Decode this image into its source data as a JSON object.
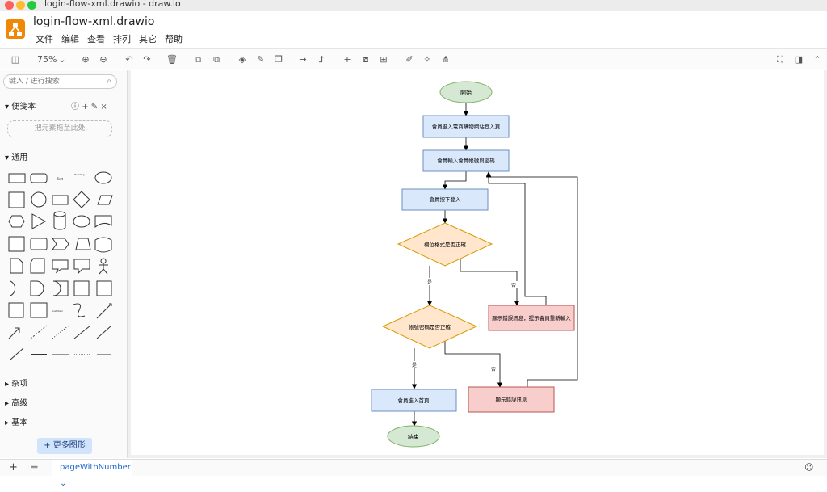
{
  "window": {
    "title": "login-flow-xml.drawio - draw.io"
  },
  "header": {
    "doc_title": "login-flow-xml.drawio",
    "menus": [
      "文件",
      "编辑",
      "查看",
      "排列",
      "其它",
      "帮助"
    ]
  },
  "toolbar": {
    "zoom": "75%"
  },
  "sidebar": {
    "search_placeholder": "键入 / 进行搜索",
    "scratchpad": "便笺本",
    "drop_hint": "把元素拖至此处",
    "general": "通用",
    "sections": [
      "杂项",
      "高级",
      "基本"
    ],
    "more_shapes": "+ 更多图形",
    "shape_text": "Text",
    "shape_heading": "Heading",
    "shape_list": "List Item"
  },
  "diagram": {
    "start": "開始",
    "step1": "會員進入電商購物網站登入頁",
    "step2": "會員輸入會員帳號與密碼",
    "step3": "會員按下登入",
    "dec1": "欄位格式是否正確",
    "dec2": "帳號密碼是否正確",
    "err1": "顯示錯誤訊息，提示會員重新輸入",
    "err2": "顯示錯誤訊息",
    "home": "會員進入首頁",
    "end": "結束",
    "yes": "是",
    "no": "否"
  },
  "bottom": {
    "page_tab": "pageWithNumber ⌄"
  },
  "colors": {
    "start_fill": "#d5e8d4",
    "start_stroke": "#82b366",
    "process_fill": "#dae8fc",
    "process_stroke": "#6c8ebf",
    "decision_fill": "#ffe6cc",
    "decision_stroke": "#d79b00",
    "error_fill": "#f8cecc",
    "error_stroke": "#b85450"
  }
}
